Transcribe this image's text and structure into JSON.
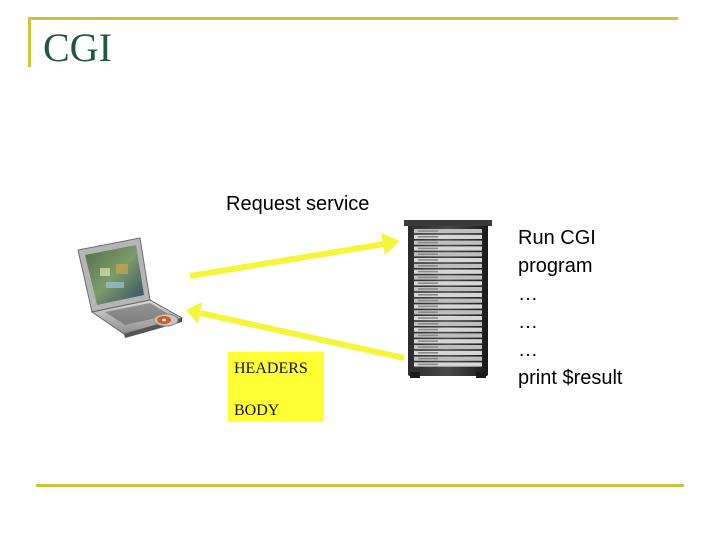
{
  "title": "CGI",
  "request_label": "Request service",
  "response": {
    "headers": "HEADERS",
    "body": "BODY"
  },
  "server_steps": [
    "Run CGI",
    "program",
    "…",
    "…",
    "…",
    "print $result"
  ],
  "colors": {
    "arrow": "#f5f53a",
    "rule": "#cfc23a",
    "title": "#1f5a3e",
    "response_box": "#ffff33"
  },
  "icons": {
    "client": "laptop-icon",
    "server": "server-rack-icon"
  }
}
